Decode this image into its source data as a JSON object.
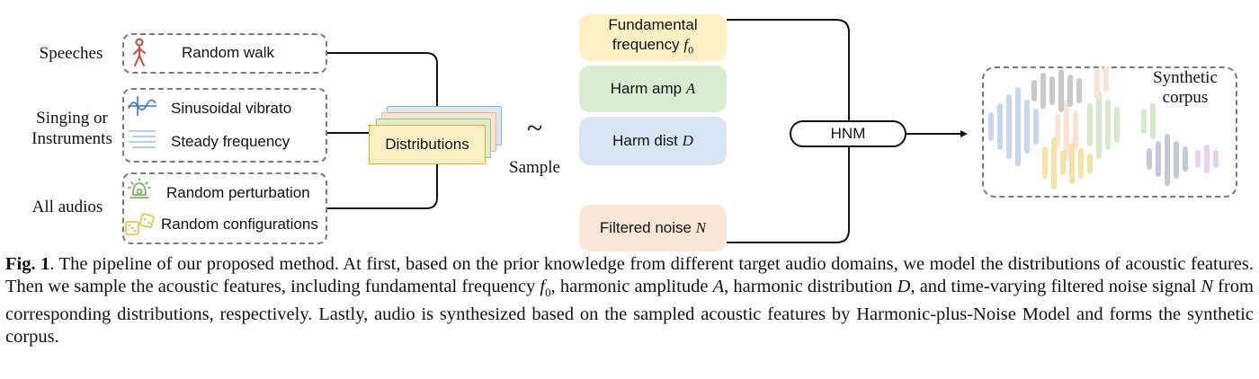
{
  "domains": {
    "speeches": "Speeches",
    "singing_line1": "Singing or",
    "singing_line2": "Instruments",
    "all_audios": "All audios"
  },
  "priors": {
    "random_walk": "Random walk",
    "sinusoidal_vibrato": "Sinusoidal vibrato",
    "steady_frequency": "Steady frequency",
    "random_perturbation": "Random perturbation",
    "random_configurations": "Random configurations"
  },
  "distributions_label": "Distributions",
  "sample": {
    "symbol": "~",
    "label": "Sample"
  },
  "features": {
    "f0_line1": "Fundamental",
    "f0_line2": "frequency",
    "f0_symbol": "f",
    "f0_sub": "0",
    "harm_amp": "Harm amp",
    "harm_amp_symbol": "A",
    "harm_dist": "Harm dist",
    "harm_dist_symbol": "D",
    "noise": "Filtered noise",
    "noise_symbol": "N"
  },
  "hnm_label": "HNM",
  "corpus": {
    "line1": "Synthetic",
    "line2": "corpus"
  },
  "caption": {
    "label": "Fig. 1",
    "text1": ". The pipeline of our proposed method. At first, based on the prior knowledge from different target audio domains, we model the distributions of acoustic features. Then we sample the acoustic features, including fundamental frequency ",
    "f0_symbol": "f",
    "f0_sub": "0",
    "text2": ", harmonic amplitude ",
    "amp_symbol": "A",
    "text3": ", harmonic distribution ",
    "dist_symbol": "D",
    "text4": ", and time-varying filtered noise signal ",
    "noise_symbol": "N",
    "text5": " from corresponding distributions, respectively. Lastly, audio is synthesized based on the sampled acoustic features by Harmonic-plus-Noise Model and forms the synthetic corpus."
  },
  "colors": {
    "f0_fill": "#fdf0c4",
    "amp_fill": "#d9ecd0",
    "dist_fill": "#d8e6f4",
    "noise_fill": "#fbe7d8",
    "distributions_fill": "#fdf0c4",
    "distributions_border": "#e8b400",
    "icon_red": "#c9483c",
    "icon_blue": "#3b76b8",
    "icon_green": "#7fb46a",
    "icon_yellow": "#e7c25c"
  },
  "icons": [
    "walking-person-icon",
    "vibrato-wave-icon",
    "steady-lines-icon",
    "alarm-bell-icon",
    "dice-icon"
  ]
}
